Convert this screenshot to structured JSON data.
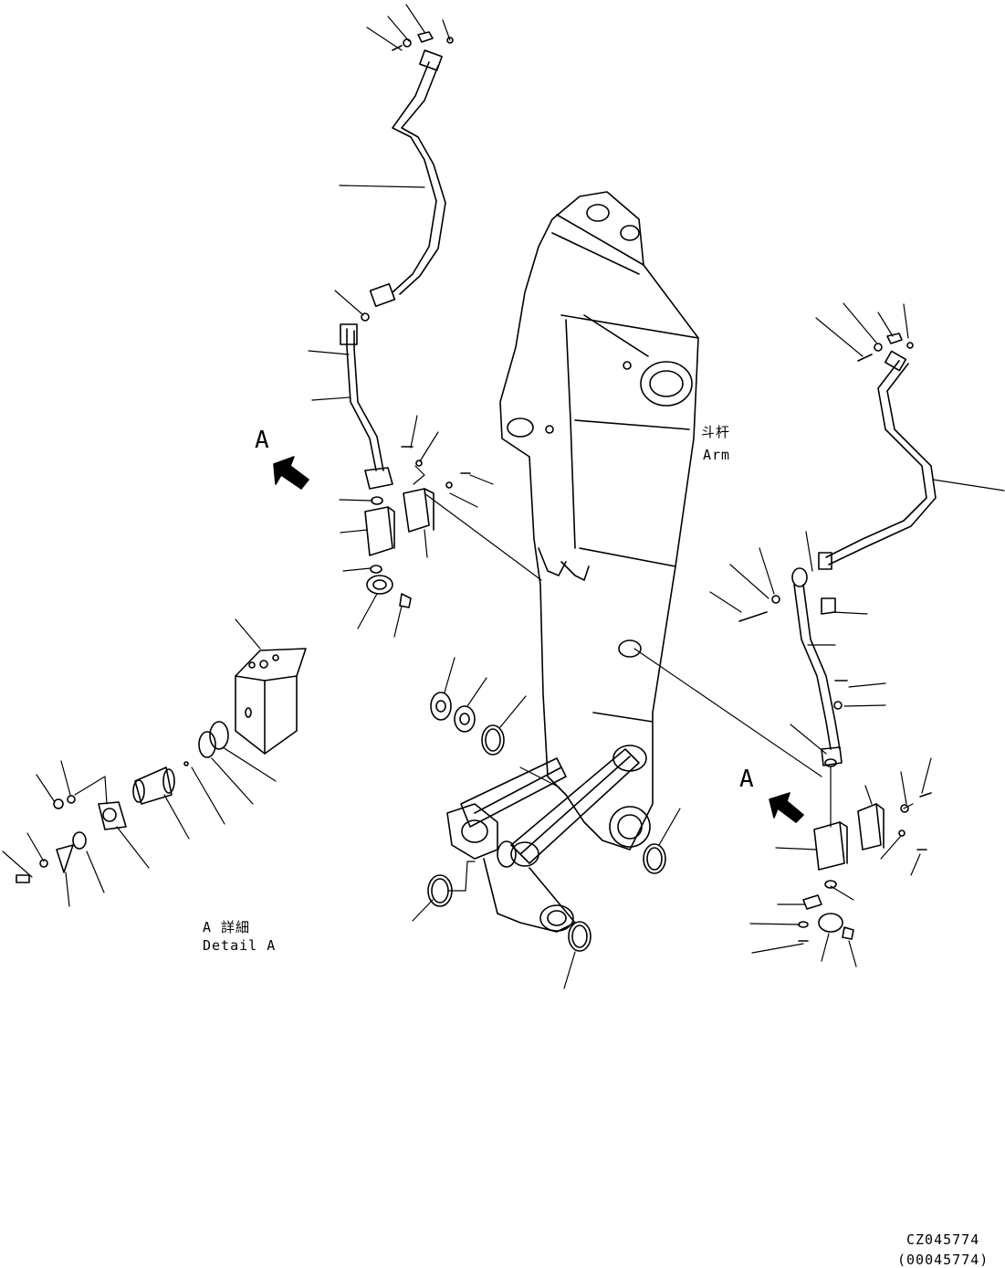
{
  "labels": {
    "view_a_left": "A",
    "view_a_right": "A",
    "arm_cn": "斗杆",
    "arm_en": "Arm",
    "detail_cn": "A 詳細",
    "detail_en": "Detail A",
    "drawing_code": "CZ045774",
    "drawing_code_paren": "(00045774)"
  }
}
